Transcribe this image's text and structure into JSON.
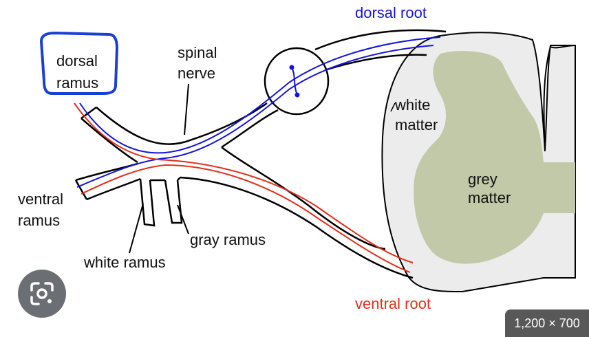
{
  "diagram": {
    "labels": {
      "dorsal_root": "dorsal root",
      "dorsal_ramus_line1": "dorsal",
      "dorsal_ramus_line2": "ramus",
      "spinal_nerve_line1": "spinal",
      "spinal_nerve_line2": "nerve",
      "white_matter_line1": "white",
      "white_matter_line2": "matter",
      "grey_matter_line1": "grey",
      "grey_matter_line2": "matter",
      "ventral_ramus_line1": "ventral",
      "ventral_ramus_line2": "ramus",
      "gray_ramus": "gray ramus",
      "white_ramus": "white ramus",
      "ventral_root": "ventral root"
    },
    "colors": {
      "sensory_fiber": "#1515d8",
      "motor_fiber": "#e0301c",
      "white_matter": "#ececec",
      "grey_matter": "#c2c9a8",
      "highlight_box": "#1a3fd6"
    }
  },
  "overlay": {
    "image_size": "1,200 × 700",
    "lens_icon": "google-lens-icon"
  }
}
